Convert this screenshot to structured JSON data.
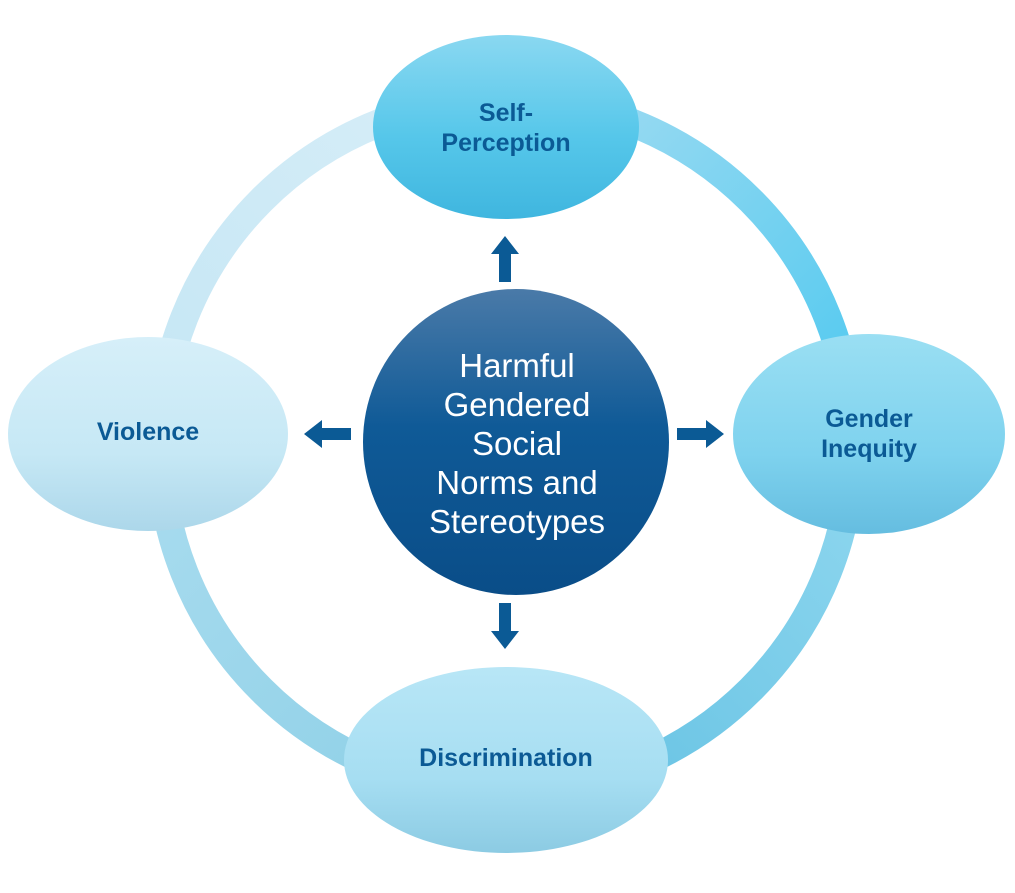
{
  "center": {
    "label_lines": [
      "Harmful",
      "Gendered",
      "Social",
      "Norms and",
      "Stereotypes"
    ]
  },
  "nodes": {
    "top": {
      "label_lines": [
        "Self-",
        "Perception"
      ]
    },
    "right": {
      "label_lines": [
        "Gender",
        "Inequity"
      ]
    },
    "bottom": {
      "label_lines": [
        "Discrimination"
      ]
    },
    "left": {
      "label_lines": [
        "Violence"
      ]
    }
  },
  "colors": {
    "center_top": "#3f6f9f",
    "center_bottom": "#0a4f8c",
    "node_text": "#0b5a95",
    "center_text": "#ffffff",
    "arrow": "#0b5a95",
    "ring_light": "#cfe9f5",
    "ring_mid": "#7fd0ec",
    "ring_bright": "#4cc8ef"
  }
}
